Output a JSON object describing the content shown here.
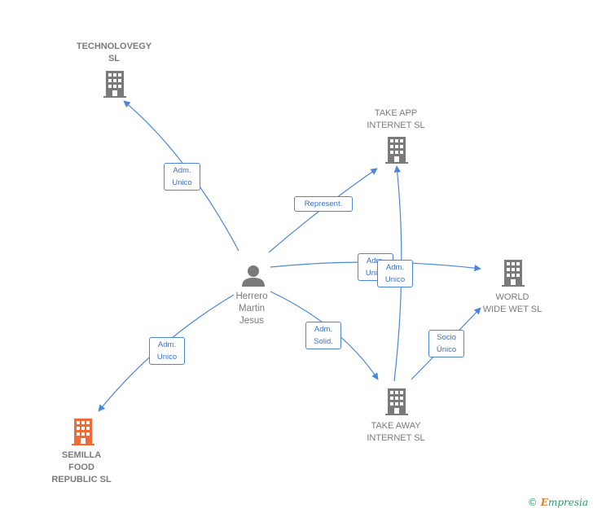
{
  "nodes": {
    "technolovegy": {
      "line1": "TECHNOLOVEGY",
      "line2": "SL",
      "color": "#7a7a7a"
    },
    "take_app": {
      "line1": "TAKE APP",
      "line2": "INTERNET  SL",
      "color": "#7a7a7a"
    },
    "world_wide": {
      "line1": "WORLD",
      "line2": "WIDE WET SL",
      "color": "#7a7a7a"
    },
    "take_away": {
      "line1": "TAKE AWAY",
      "line2": "INTERNET SL",
      "color": "#7a7a7a"
    },
    "semilla": {
      "line1": "SEMILLA",
      "line2": "FOOD",
      "line3": "REPUBLIC  SL",
      "color": "#f06a35"
    },
    "person": {
      "line1": "Herrero",
      "line2": "Martin",
      "line3": "Jesus",
      "color": "#7a7a7a"
    }
  },
  "edges": {
    "e1": {
      "line1": "Adm.",
      "line2": "Unico"
    },
    "e2": {
      "line1": "Represent."
    },
    "e3": {
      "line1": "Adm.",
      "line2": "Unico"
    },
    "e4": {
      "line1": "Adm.",
      "line2": "Unico"
    },
    "e5": {
      "line1": "Adm.",
      "line2": "Solid."
    },
    "e6": {
      "line1": "Adm.",
      "line2": "Unico"
    },
    "e7": {
      "line1": "Socio",
      "line2": "Único"
    }
  },
  "colors": {
    "edge": "#4a86d8",
    "building": "#7a7a7a",
    "highlight": "#f06a35"
  },
  "brand": {
    "symbol": "©",
    "first_letter": "E",
    "rest": "mpresia"
  }
}
